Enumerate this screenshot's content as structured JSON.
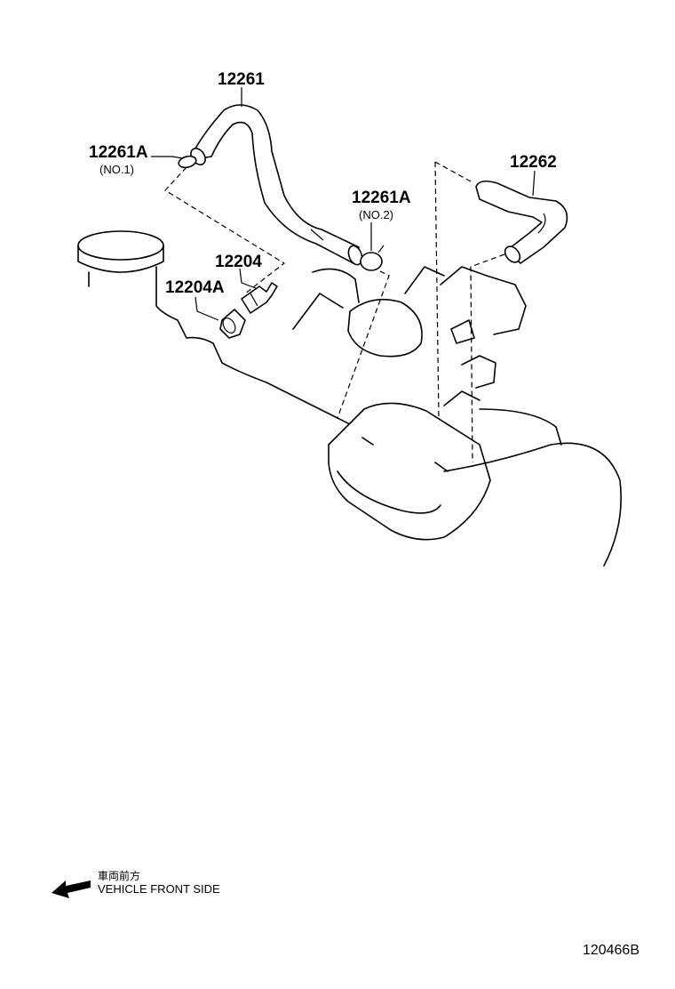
{
  "parts": {
    "hose_main": {
      "number": "12261"
    },
    "clamp_no1": {
      "number": "12261A",
      "qualifier": "(NO.1)"
    },
    "clamp_no2": {
      "number": "12261A",
      "qualifier": "(NO.2)"
    },
    "hose_secondary": {
      "number": "12262"
    },
    "pcv_valve": {
      "number": "12204"
    },
    "grommet": {
      "number": "12204A"
    }
  },
  "legend": {
    "japanese": "車両前方",
    "english": "VEHICLE FRONT SIDE",
    "icon": "front-direction-arrow-icon"
  },
  "diagram_id": "120466B"
}
